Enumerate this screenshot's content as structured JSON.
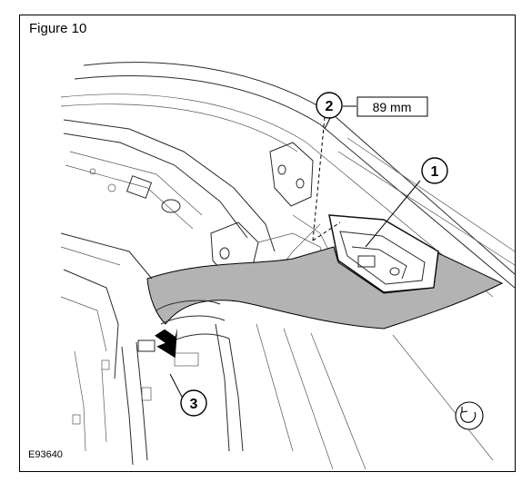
{
  "figure": {
    "title": "Figure 10",
    "reference_code": "E93640"
  },
  "callouts": [
    {
      "id": "callout-1",
      "label": "1"
    },
    {
      "id": "callout-2",
      "label": "2"
    },
    {
      "id": "callout-3",
      "label": "3"
    }
  ],
  "dimension": {
    "label": "89 mm"
  },
  "colors": {
    "trim_fill": "#b3b3b3",
    "line": "#2a2a2a",
    "frame": "#000000",
    "background": "#ffffff"
  },
  "icons": {
    "rotation_symbol": "rotate-icon",
    "direction_arrow": "arrow-icon"
  }
}
